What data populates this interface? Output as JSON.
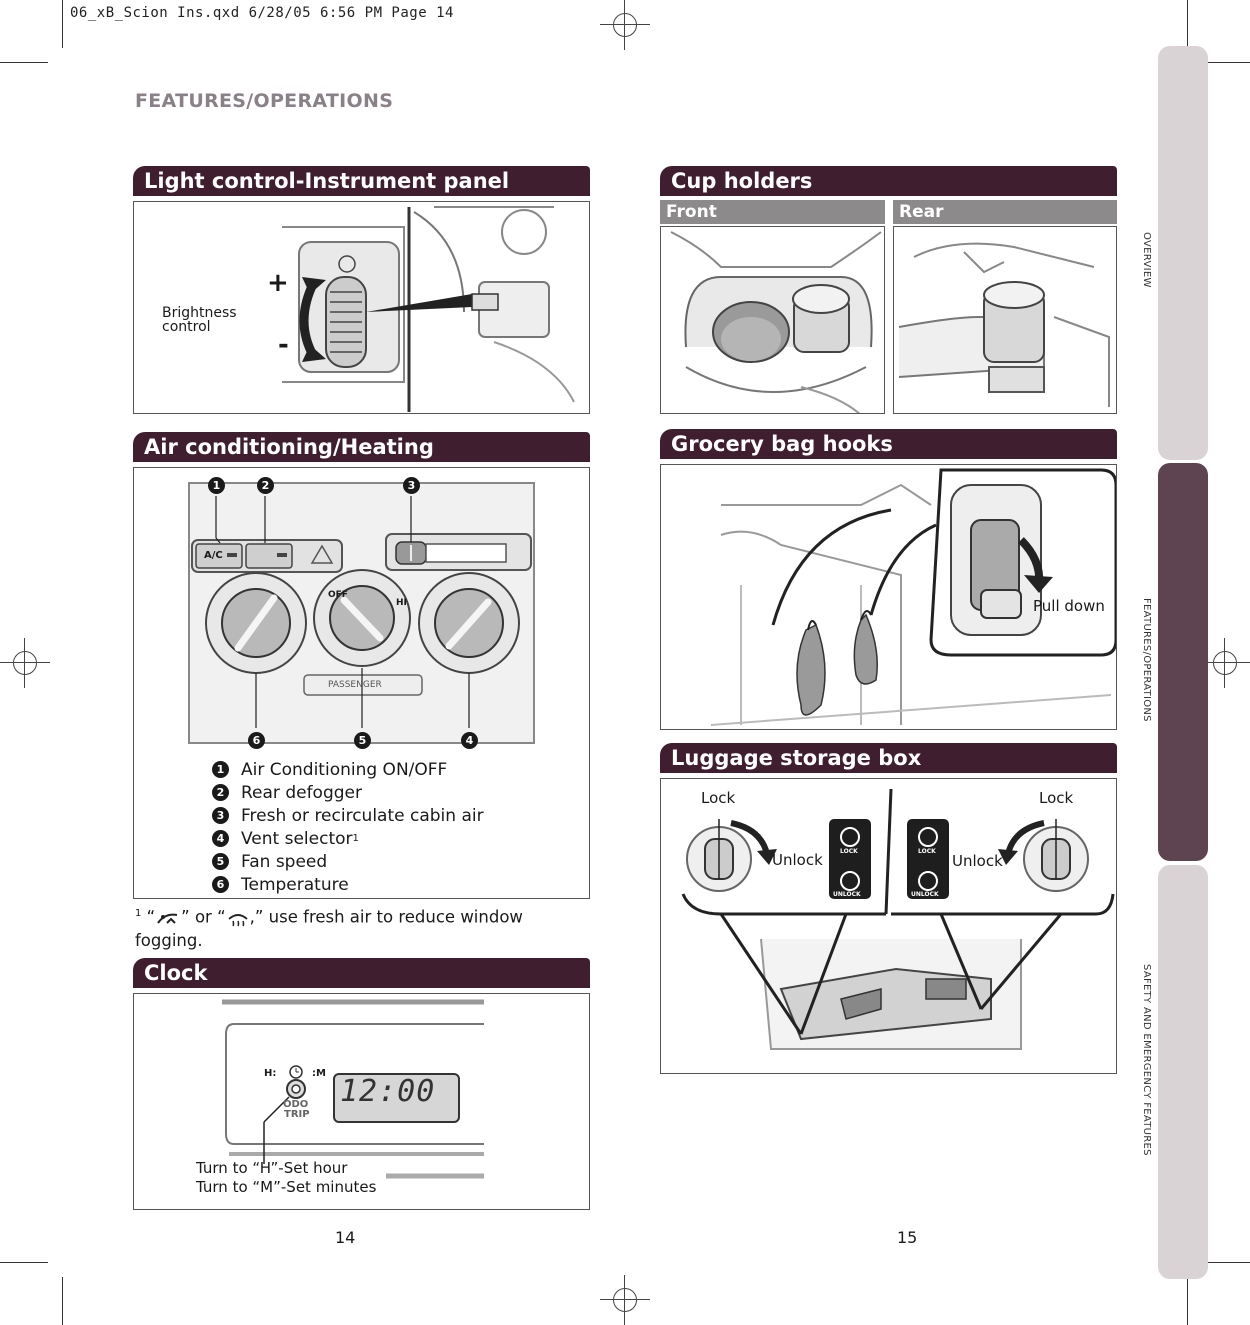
{
  "slug": "06_xB_Scion Ins.qxd  6/28/05  6:56 PM  Page 14",
  "page_title": "FEATURES/OPERATIONS",
  "light": {
    "title": "Light control-Instrument panel",
    "plus": "+",
    "minus": "-",
    "brightness_line1": "Brightness",
    "brightness_line2": "control"
  },
  "ac": {
    "title": "Air conditioning/Heating",
    "ac_button": "A/C",
    "off_label": "OFF",
    "hi_label": "HI",
    "passenger_label": "PASSENGER",
    "callouts": [
      "1",
      "2",
      "3",
      "4",
      "5",
      "6"
    ],
    "items": [
      {
        "num": "1",
        "text": "Air Conditioning ON/OFF"
      },
      {
        "num": "2",
        "text": "Rear defogger"
      },
      {
        "num": "3",
        "text": "Fresh or recirculate cabin air"
      },
      {
        "num": "4",
        "text": "Vent selector",
        "sup": "1"
      },
      {
        "num": "5",
        "text": "Fan speed"
      },
      {
        "num": "6",
        "text": "Temperature"
      }
    ],
    "footnote_mark": "1",
    "footnote_open": " “",
    "footnote_mid": "” or “",
    "footnote_rest": ",” use fresh air to reduce window fogging."
  },
  "clock": {
    "title": "Clock",
    "display": "12:00",
    "h_label": "H:",
    "m_label": ":M",
    "odo_label": "ODO",
    "trip_label": "TRIP",
    "line1": "Turn to “H”-Set hour",
    "line2": "Turn to “M”-Set minutes"
  },
  "cup": {
    "title": "Cup holders",
    "front": "Front",
    "rear": "Rear"
  },
  "grocery": {
    "title": "Grocery bag hooks",
    "pull_down": "Pull down"
  },
  "luggage": {
    "title": "Luggage storage box",
    "lock": "Lock",
    "unlock": "Unlock",
    "lock_badge": "LOCK",
    "unlock_badge": "UNLOCK"
  },
  "page_numbers": {
    "left": "14",
    "right": "15"
  },
  "tabs": {
    "overview": "OVERVIEW",
    "features": "FEATURES/OPERATIONS",
    "safety": "SAFETY AND EMERGENCY FEATURES"
  },
  "colors": {
    "section_header": "#3f1e30",
    "tab_active": "#5e4451",
    "tab_inactive": "#d9d3d6",
    "subheader": "#8d8a8c"
  }
}
